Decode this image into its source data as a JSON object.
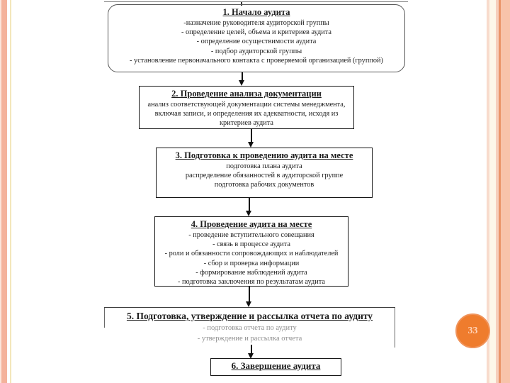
{
  "slide": {
    "page_number": "33",
    "colors": {
      "left_stripe_salmon": "#f4b29b",
      "right_band_cream": "#fdf7e9",
      "right_band_salmon": "#f8c3aa",
      "badge_orange": "#ef7c2d",
      "badge_text": "#ffd3b8",
      "box_border": "#161616"
    }
  },
  "flowchart": {
    "boxes": [
      {
        "title": "1. Начало аудита",
        "body": "-назначение руководителя аудиторской группы\n- определение целей, объема и критериев аудита\n- определение осуществимости аудита\n- подбор аудиторской группы\n- установление первоначального контакта с проверяемой организацией (группой)"
      },
      {
        "title": "2. Проведение анализа документации",
        "body": "анализ соответствующей документации системы менеджмента,\nвключая записи, и определения их адекватности, исходя из\nкритериев аудита"
      },
      {
        "title": "3. Подготовка к проведению аудита на месте",
        "body": "подготовка плана аудита\nраспределение обязанностей в аудиторской группе\nподготовка рабочих документов"
      },
      {
        "title": "4. Проведение аудита на месте",
        "body": "- проведение вступительного совещания\n- связь в процессе аудита\n- роли и обязанности сопровождающих и наблюдателей\n- сбор и проверка информации\n- формирование наблюдений аудита\n- подготовка заключения по результатам аудита"
      },
      {
        "title": "5. Подготовка, утверждение и рассылка отчета по аудиту",
        "body": "- подготовка отчета по аудиту\n- утверждение и рассылка отчета"
      },
      {
        "title": "6. Завершение аудита",
        "body": ""
      }
    ]
  }
}
